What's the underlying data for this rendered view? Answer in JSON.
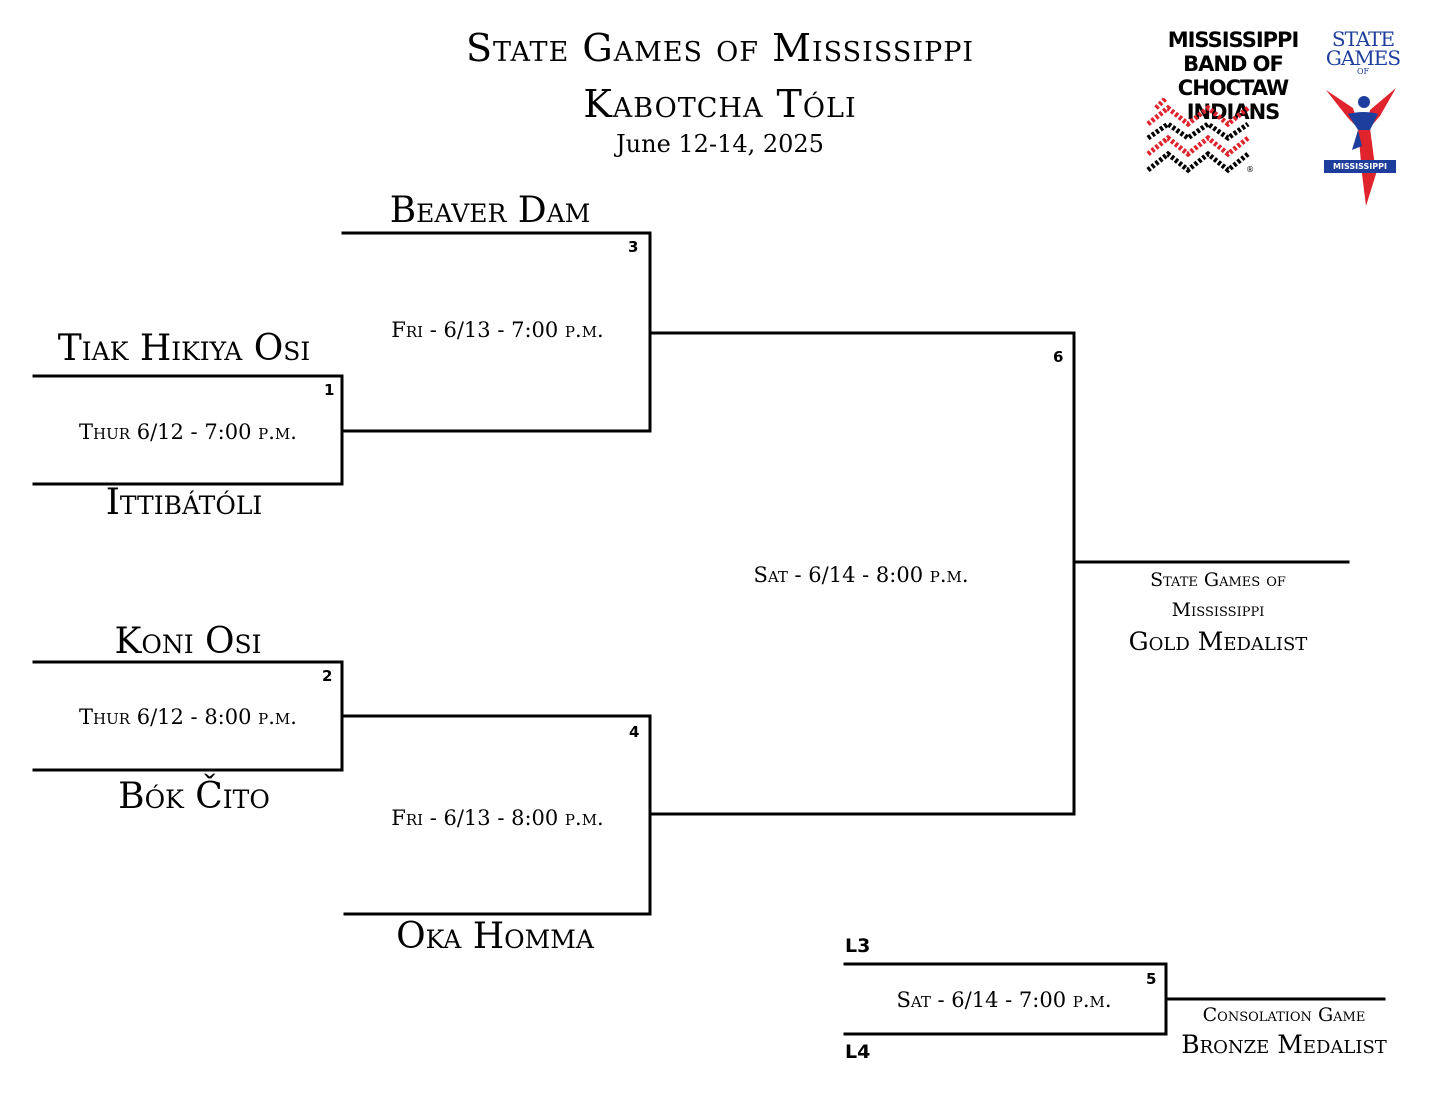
{
  "header": {
    "title_line1": "State Games of Mississippi",
    "title_line2": "Kabotcha Tóli",
    "dates": "June 12-14, 2025"
  },
  "logos": {
    "choctaw_text": [
      "MISSISSIPPI",
      "BAND OF",
      "CHOCTAW",
      "INDIANS"
    ],
    "choctaw_registered": "®",
    "state_games_text": [
      "STATE",
      "GAMES"
    ],
    "state_games_of": "OF",
    "state_games_banner": "MISSISSIPPI",
    "colors": {
      "red": "#e0242d",
      "blue": "#1d3e9c"
    }
  },
  "games": {
    "g1": {
      "number": "1",
      "when": "Thur 6/12 - 7:00 p.m.",
      "top_team": "Tiak Hikiya Osi",
      "bottom_team": "Ittibátóli"
    },
    "g2": {
      "number": "2",
      "when": "Thur 6/12 - 8:00 p.m.",
      "top_team": "Koni Osi",
      "bottom_team": "Bók Čito"
    },
    "g3": {
      "number": "3",
      "when": "Fri - 6/13 - 7:00 p.m.",
      "top_team": "Beaver Dam"
    },
    "g4": {
      "number": "4",
      "when": "Fri - 6/13 - 8:00 p.m.",
      "bottom_team": "Oka Homma"
    },
    "g6": {
      "number": "6",
      "when": "Sat - 6/14 - 8:00 p.m."
    },
    "g5": {
      "number": "5",
      "when": "Sat - 6/14 - 7:00 p.m.",
      "top_label": "L3",
      "bottom_label": "L4"
    }
  },
  "results": {
    "gold_line1": "State Games of",
    "gold_line2": "Mississippi",
    "gold": "Gold Medalist",
    "consolation": "Consolation Game",
    "bronze": "Bronze Medalist"
  }
}
